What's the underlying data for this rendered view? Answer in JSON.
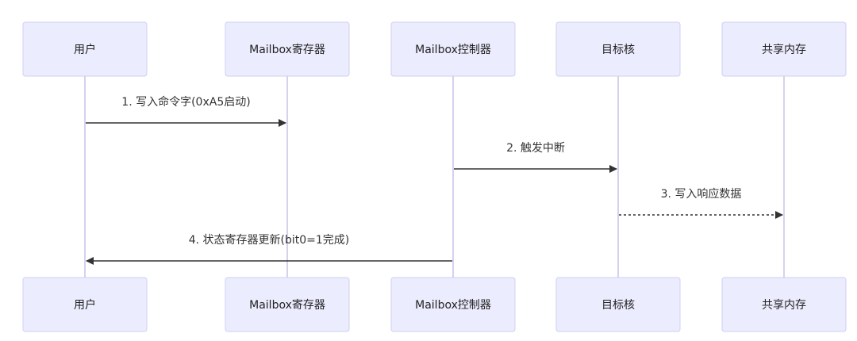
{
  "participants": [
    {
      "label": "用户"
    },
    {
      "label": "Mailbox寄存器"
    },
    {
      "label": "Mailbox控制器"
    },
    {
      "label": "目标核"
    },
    {
      "label": "共享内存"
    }
  ],
  "messages": [
    {
      "label": "1. 写入命令字(0xA5启动)",
      "from": 0,
      "to": 1,
      "style": "solid"
    },
    {
      "label": "2. 触发中断",
      "from": 2,
      "to": 3,
      "style": "solid"
    },
    {
      "label": "3. 写入响应数据",
      "from": 3,
      "to": 4,
      "style": "dotted"
    },
    {
      "label": "4. 状态寄存器更新(bit0=1完成)",
      "from": 2,
      "to": 0,
      "style": "solid"
    }
  ]
}
